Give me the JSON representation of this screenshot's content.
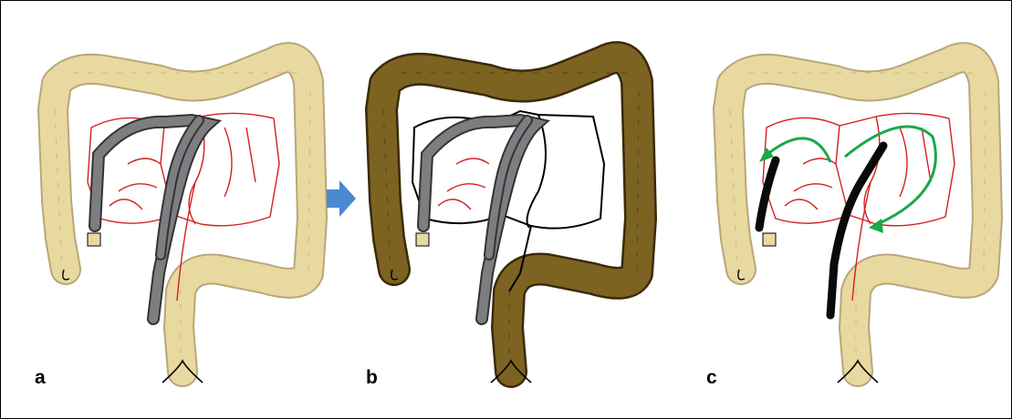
{
  "panels": [
    {
      "label": "a"
    },
    {
      "label": "b"
    },
    {
      "label": "c"
    }
  ],
  "colors": {
    "colon_light": "#e8d9a0",
    "colon_light_edge": "#b8a778",
    "colon_dark": "#7c6322",
    "colon_dark_edge": "#3a2a08",
    "scope": "#7e7e82",
    "scope_black": "#0a0a0a",
    "vessel_red": "#d42020",
    "arrow_blue": "#4a88d0",
    "arrow_green": "#19a84a"
  },
  "icons": {
    "transition": "blue-right-arrow",
    "motion": "green-curved-arrows"
  }
}
